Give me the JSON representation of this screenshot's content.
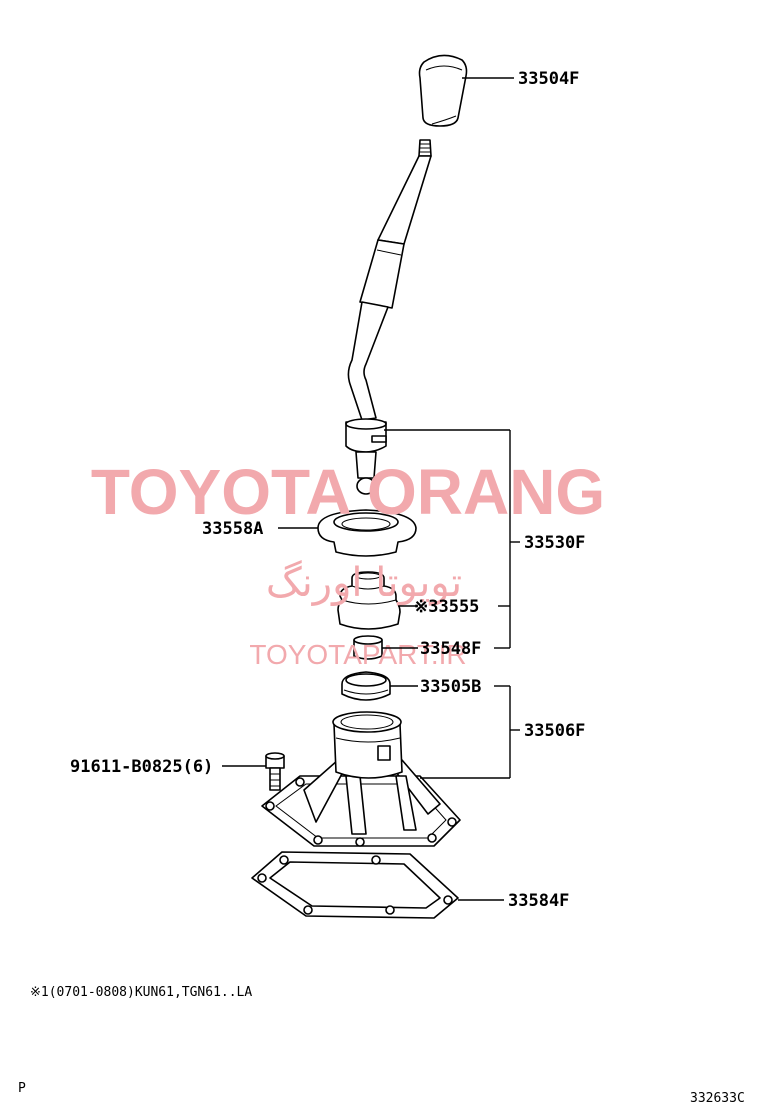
{
  "watermark": {
    "main": "TOYOTA ORANG",
    "persian": "تویوتا اورنگ",
    "site": "TOYOTAPART.IR",
    "color": "#f2a9ad"
  },
  "parts": {
    "knob": "33504F",
    "lever_assembly": "33530F",
    "retainer": "33558A",
    "boot": "※33555",
    "bushing": "33548F",
    "seat": "33505B",
    "housing": "33506F",
    "bolt": "91611-B0825(6)",
    "gasket": "33584F"
  },
  "footnote": "※1(0701-0808)KUN61,TGN61..LA",
  "corner_mark": "P",
  "illustration_code": "332633C"
}
